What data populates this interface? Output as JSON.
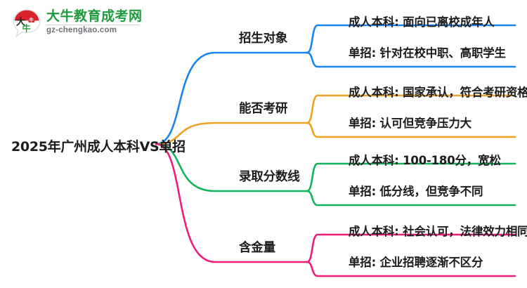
{
  "logo": {
    "name": "大牛教育成考网",
    "domain": "gz-chengkao.com",
    "mark_text": "大牛",
    "brand_green": "#1f9a3d",
    "brand_red": "#d8232a"
  },
  "mindmap": {
    "root": {
      "label": "2025年广州成人本科VS单招"
    },
    "branches": [
      {
        "topic": "招生对象",
        "color": "#1a84ed",
        "leaves": [
          {
            "text": "成人本科: 面向已离校成年人"
          },
          {
            "text": "单招: 针对在校中职、高职学生"
          }
        ]
      },
      {
        "topic": "能否考研",
        "color": "#eda322",
        "leaves": [
          {
            "text": "成人本科: 国家承认，符合考研资格"
          },
          {
            "text": "单招: 认可但竞争压力大"
          }
        ]
      },
      {
        "topic": "录取分数线",
        "color": "#13b35e",
        "leaves": [
          {
            "text": "成人本科: 100-180分，宽松"
          },
          {
            "text": "单招: 低分线，但竞争不同"
          }
        ]
      },
      {
        "topic": "含金量",
        "color": "#ef1d7a",
        "leaves": [
          {
            "text": "成人本科: 社会认可，法律效力相同"
          },
          {
            "text": "单招: 企业招聘逐渐不区分"
          }
        ]
      }
    ]
  }
}
